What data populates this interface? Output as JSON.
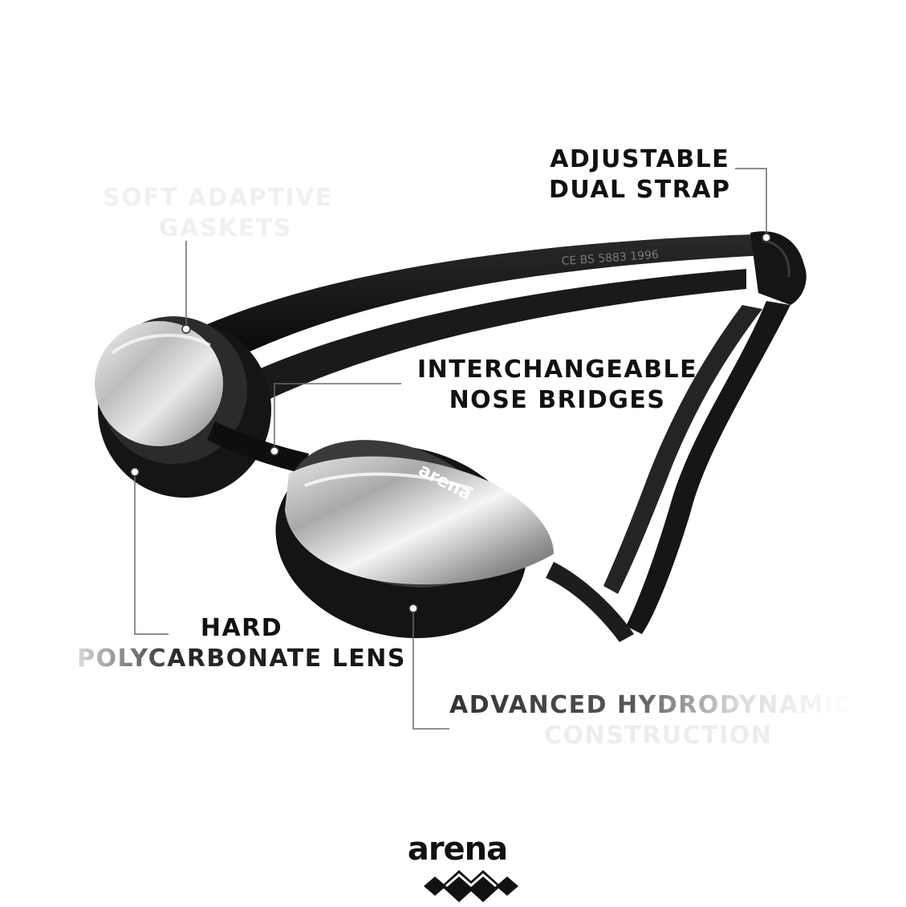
{
  "callouts": {
    "strap": {
      "line1": "ADJUSTABLE",
      "line2": "DUAL STRAP"
    },
    "gasket": {
      "line1": "SOFT ADAPTIVE",
      "line2": "GASKETS"
    },
    "nose_bridge": {
      "line1": "INTERCHANGEABLE",
      "line2": "NOSE BRIDGES"
    },
    "lens": {
      "line1": "HARD",
      "line2": "POLYCARBONATE LENS"
    },
    "hydro": {
      "line1": "ADVANCED HYDRODYNAMIC",
      "line2": "CONSTRUCTION"
    }
  },
  "product": {
    "lens_brand": "arena",
    "strap_print": "CE BS 5883 1996"
  },
  "brand": {
    "name": "arena",
    "icon": "arena-diamond-logo-icon",
    "color": "#111111"
  },
  "colors": {
    "background": "#ffffff",
    "frame": "#141414",
    "lens_mirror": "#c9c9c9",
    "callout_line": "#666666"
  }
}
